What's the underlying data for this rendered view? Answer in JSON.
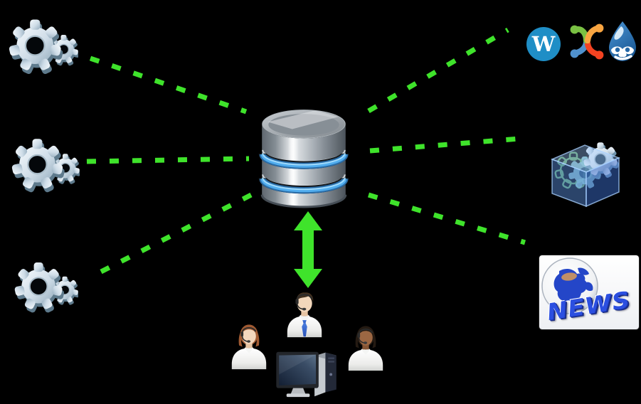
{
  "news": {
    "label": "NEWS"
  },
  "colors": {
    "background": "#000000",
    "connector_green": "#3fe32b",
    "arrow_green": "#3fe32b",
    "database_metal_light": "#eef0f2",
    "database_metal_dark": "#4c545b",
    "database_band_blue": "#51adee",
    "gear_metal": "#c6d6e2",
    "wordpress_blue": "#1f8ec6",
    "joomla_green": "#7ac143",
    "joomla_orange": "#f9a541",
    "joomla_red": "#f44321",
    "joomla_blue": "#5091cd",
    "drupal_blue": "#2f7cb8",
    "module_box_blue": "#5a91eb",
    "news_text_blue": "#2b4fe0",
    "tie_blue": "#3b6bd6"
  },
  "nodes": {
    "center": {
      "id": "database",
      "icon": "database-icon"
    },
    "left": [
      {
        "id": "gears-top",
        "icon": "gears-icon"
      },
      {
        "id": "gears-middle",
        "icon": "gears-icon"
      },
      {
        "id": "gears-bottom",
        "icon": "gears-icon"
      }
    ],
    "right": [
      {
        "id": "cms-logos",
        "icons": [
          "wordpress-icon",
          "joomla-icon",
          "drupal-icon"
        ]
      },
      {
        "id": "module-box",
        "icon": "module-box-gears-icon"
      },
      {
        "id": "news",
        "icon": "news-globe-icon",
        "label": "NEWS"
      }
    ],
    "bottom": {
      "id": "support-team",
      "icons": [
        "support-man-icon",
        "support-woman-left-icon",
        "support-woman-right-icon",
        "desktop-computer-icon"
      ]
    }
  },
  "connections": [
    {
      "from": "gears-top",
      "to": "database",
      "style": "dashed"
    },
    {
      "from": "gears-middle",
      "to": "database",
      "style": "dashed"
    },
    {
      "from": "gears-bottom",
      "to": "database",
      "style": "dashed"
    },
    {
      "from": "database",
      "to": "cms-logos",
      "style": "dashed"
    },
    {
      "from": "database",
      "to": "module-box",
      "style": "dashed"
    },
    {
      "from": "database",
      "to": "news",
      "style": "dashed"
    },
    {
      "from": "database",
      "to": "support-team",
      "style": "double-arrow"
    }
  ]
}
